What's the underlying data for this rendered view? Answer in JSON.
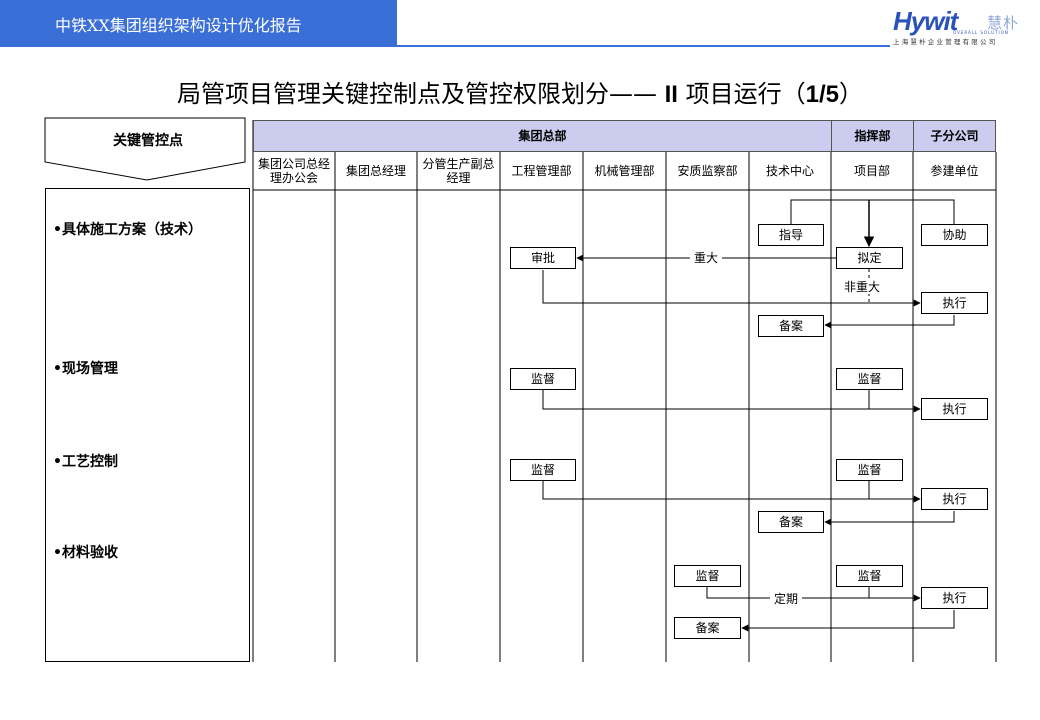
{
  "header": {
    "report_title": "中铁XX集团组织架构设计优化报告",
    "logo_word": "Hywit",
    "logo_cn": "慧朴",
    "logo_en": "OVERALL SOLUTION",
    "logo_company": "上海慧朴企业管理有限公司"
  },
  "title": {
    "prefix": "局管项目管理关键控制点及管控权限划分—— ",
    "bold": "II",
    "mid": " 项目运行（",
    "page": "1/5",
    "end": "）"
  },
  "key_control_label": "关键管控点",
  "groups": {
    "hq": "集团总部",
    "command": "指挥部",
    "subsidiary": "子分公司"
  },
  "columns": [
    "集团公司总经理办公会",
    "集团总经理",
    "分管生产副总经理",
    "工程管理部",
    "机械管理部",
    "安质监察部",
    "技术中心",
    "项目部",
    "参建单位"
  ],
  "control_points": [
    "•具体施工方案（技术）",
    "•现场管理",
    "•工艺控制",
    "•材料验收"
  ],
  "flow": {
    "approve": "审批",
    "guide": "指导",
    "draft": "拟定",
    "assist": "协助",
    "execute": "执行",
    "file": "备案",
    "supervise": "监督",
    "major": "重大",
    "non_major": "非重大",
    "periodic": "定期"
  }
}
